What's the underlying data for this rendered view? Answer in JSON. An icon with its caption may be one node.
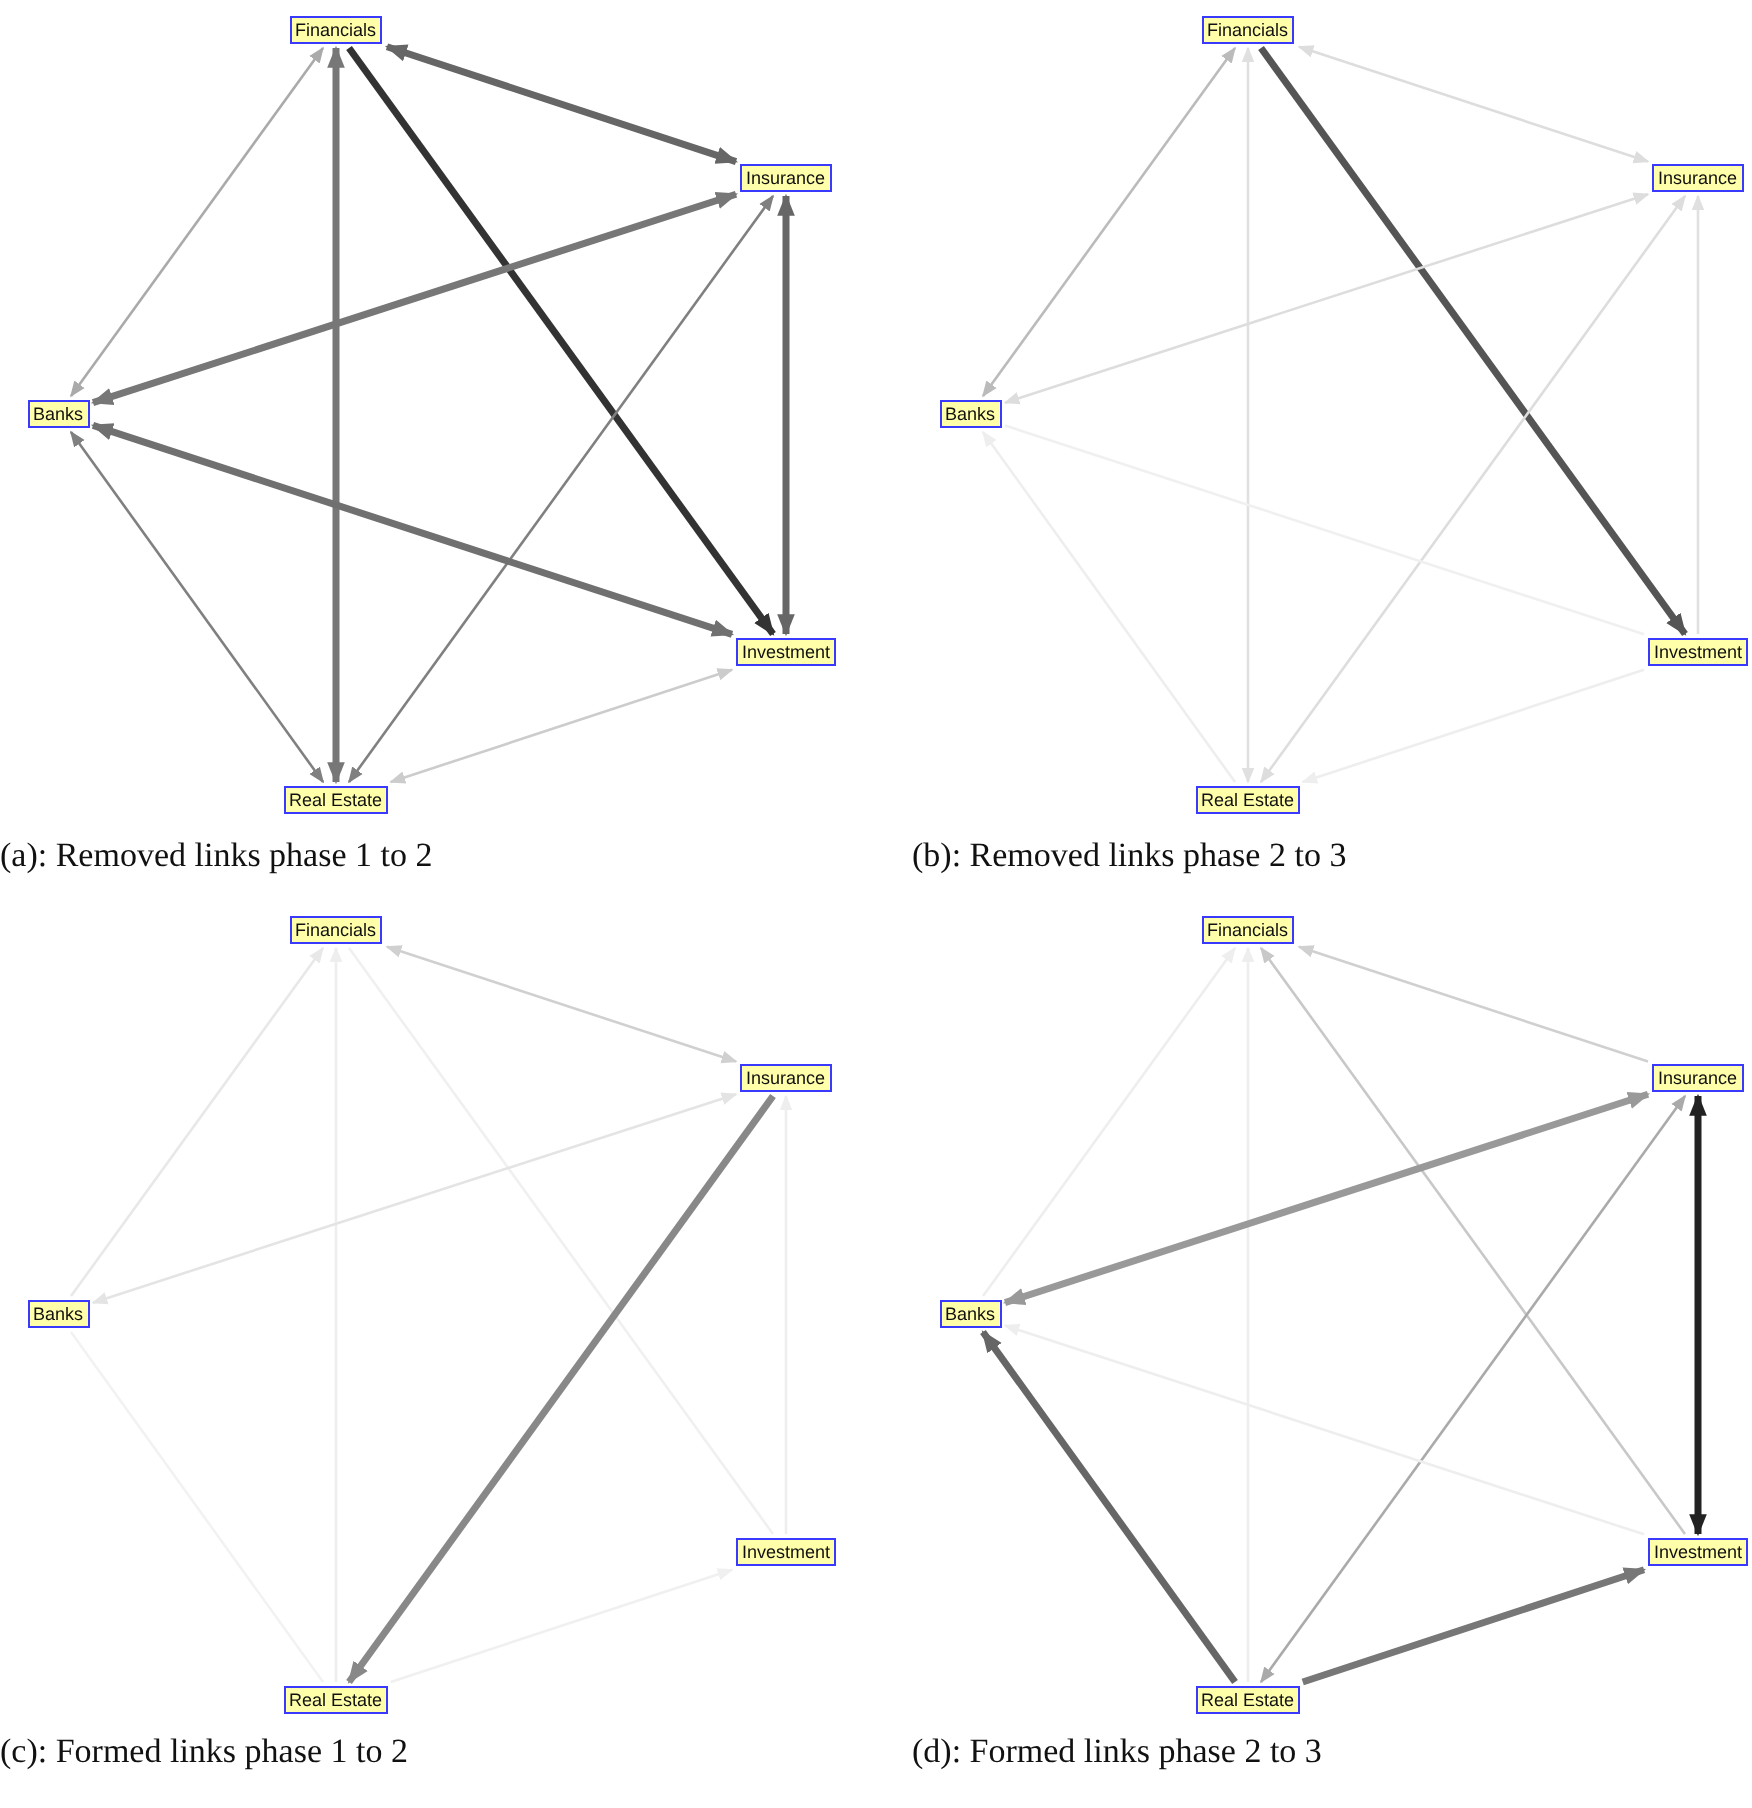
{
  "diagram": {
    "nodes": [
      {
        "text": [
          "Financials"
        ]
      },
      {
        "text": [
          "Insurance"
        ]
      },
      {
        "text": [
          "Banks"
        ]
      },
      {
        "text": [
          "Investment"
        ]
      },
      {
        "text": [
          "Real Estate"
        ]
      },
      {
        "text": [
          "Financials"
        ]
      },
      {
        "text": [
          "Insurance"
        ]
      },
      {
        "text": [
          "Banks"
        ]
      },
      {
        "text": [
          "Investment"
        ]
      },
      {
        "text": [
          "Real Estate"
        ]
      },
      {
        "text": [
          "Financials"
        ]
      },
      {
        "text": [
          "Insurance"
        ]
      },
      {
        "text": [
          "Banks"
        ]
      },
      {
        "text": [
          "Investment"
        ]
      },
      {
        "text": [
          "Real Estate"
        ]
      },
      {
        "text": [
          "Financials"
        ]
      },
      {
        "text": [
          "Insurance"
        ]
      },
      {
        "text": [
          "Banks"
        ]
      },
      {
        "text": [
          "Investment"
        ]
      },
      {
        "text": [
          "Real Estate"
        ]
      }
    ],
    "edges": [
      {
        "from": 0,
        "to": 1,
        "arrow": "both",
        "style": "thick",
        "color": "#666666"
      },
      {
        "from": 0,
        "to": 2,
        "arrow": "both",
        "color": "#aaaaaa"
      },
      {
        "from": 0,
        "to": 4,
        "arrow": "both",
        "style": "thick",
        "color": "#777777"
      },
      {
        "from": 0,
        "to": 3,
        "arrow": "to",
        "style": "thick",
        "color": "#333333"
      },
      {
        "from": 1,
        "to": 2,
        "arrow": "both",
        "style": "thick",
        "color": "#777777"
      },
      {
        "from": 1,
        "to": 3,
        "arrow": "both",
        "style": "thick",
        "color": "#666666"
      },
      {
        "from": 1,
        "to": 4,
        "arrow": "both",
        "color": "#808080"
      },
      {
        "from": 3,
        "to": 2,
        "arrow": "both",
        "style": "thick",
        "color": "#707070"
      },
      {
        "from": 4,
        "to": 2,
        "arrow": "both",
        "color": "#808080"
      },
      {
        "from": 4,
        "to": 3,
        "arrow": "both",
        "color": "#cccccc"
      },
      {
        "from": 5,
        "to": 7,
        "arrow": "both",
        "color": "#bbbbbb"
      },
      {
        "from": 5,
        "to": 8,
        "arrow": "to",
        "style": "thick",
        "color": "#555555"
      },
      {
        "from": 5,
        "to": 6,
        "arrow": "both",
        "color": "#dddddd"
      },
      {
        "from": 9,
        "to": 5,
        "arrow": "both",
        "color": "#e0e0e0"
      },
      {
        "from": 6,
        "to": 7,
        "arrow": "both",
        "color": "#dddddd"
      },
      {
        "from": 9,
        "to": 6,
        "arrow": "both",
        "color": "#dddddd"
      },
      {
        "from": 8,
        "to": 6,
        "arrow": "to",
        "color": "#e0e0e0"
      },
      {
        "from": 9,
        "to": 7,
        "arrow": "to",
        "color": "#eeeeee"
      },
      {
        "from": 8,
        "to": 7,
        "arrow": "none",
        "color": "#f0f0f0"
      },
      {
        "from": 8,
        "to": 9,
        "arrow": "to",
        "color": "#eeeeee"
      },
      {
        "from": 10,
        "to": 11,
        "arrow": "both",
        "color": "#d0d0d0"
      },
      {
        "from": 12,
        "to": 10,
        "arrow": "to",
        "color": "#e8e8e8"
      },
      {
        "from": 14,
        "to": 10,
        "arrow": "to",
        "color": "#eeeeee"
      },
      {
        "from": 13,
        "to": 10,
        "arrow": "none",
        "color": "#f0f0f0"
      },
      {
        "from": 11,
        "to": 12,
        "arrow": "both",
        "color": "#e4e4e4"
      },
      {
        "from": 11,
        "to": 14,
        "arrow": "to",
        "style": "thick",
        "color": "#888888"
      },
      {
        "from": 13,
        "to": 11,
        "arrow": "to",
        "color": "#eeeeee"
      },
      {
        "from": 12,
        "to": 14,
        "arrow": "none",
        "color": "#f2f2f2"
      },
      {
        "from": 14,
        "to": 13,
        "arrow": "to",
        "color": "#f0f0f0"
      },
      {
        "from": 16,
        "to": 15,
        "arrow": "to",
        "color": "#d0d0d0"
      },
      {
        "from": 17,
        "to": 15,
        "arrow": "to",
        "color": "#eeeeee"
      },
      {
        "from": 19,
        "to": 15,
        "arrow": "to",
        "color": "#eeeeee"
      },
      {
        "from": 18,
        "to": 15,
        "arrow": "to",
        "color": "#c8c8c8"
      },
      {
        "from": 16,
        "to": 17,
        "arrow": "both",
        "style": "thick",
        "color": "#999999"
      },
      {
        "from": 16,
        "to": 18,
        "arrow": "both",
        "style": "thick",
        "color": "#222222"
      },
      {
        "from": 19,
        "to": 16,
        "arrow": "both",
        "color": "#aaaaaa"
      },
      {
        "from": 19,
        "to": 17,
        "arrow": "to",
        "style": "thick",
        "color": "#666666"
      },
      {
        "from": 18,
        "to": 17,
        "arrow": "to",
        "color": "#eeeeee"
      },
      {
        "from": 19,
        "to": 18,
        "arrow": "to",
        "style": "thick",
        "color": "#777777"
      }
    ],
    "labels": [
      "(a): Removed links phase 1 to 2",
      "(b): Removed links phase 2 to 3",
      "(c): Formed links phase 1 to 2",
      "(d): Formed links phase 2 to 3"
    ]
  }
}
